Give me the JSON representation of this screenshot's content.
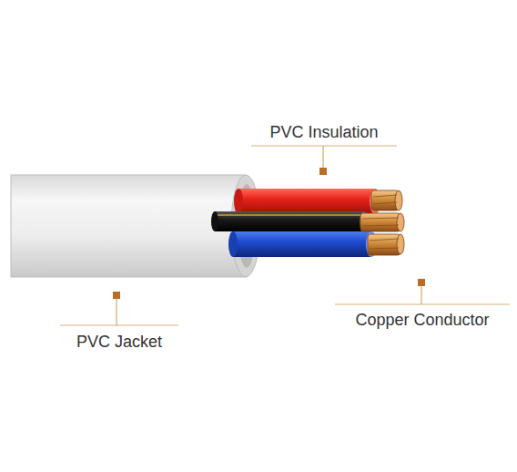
{
  "diagram": {
    "labels": [
      "PVC Insulation",
      "Copper Conductor",
      "PVC Jacket"
    ]
  }
}
